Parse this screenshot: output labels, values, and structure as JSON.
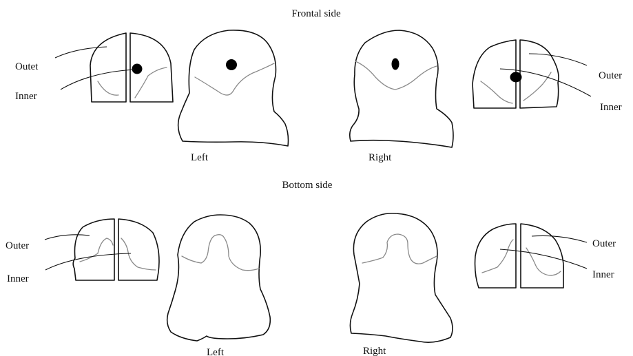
{
  "sections": {
    "frontal": {
      "title": "Frontal side",
      "left_caption": "Left",
      "right_caption": "Right",
      "left_labels": {
        "outer": "Outet",
        "inner": "Inner"
      },
      "right_labels": {
        "outer": "Outer",
        "inner": "Inner"
      }
    },
    "bottom": {
      "title": "Bottom side",
      "left_caption": "Left",
      "right_caption": "Right",
      "left_labels": {
        "outer": "Outer",
        "inner": "Inner"
      },
      "right_labels": {
        "outer": "Outer",
        "inner": "Inner"
      }
    }
  },
  "colors": {
    "outline": "#111111",
    "inner_boundary": "#8a8a8a",
    "marker": "#000000"
  }
}
